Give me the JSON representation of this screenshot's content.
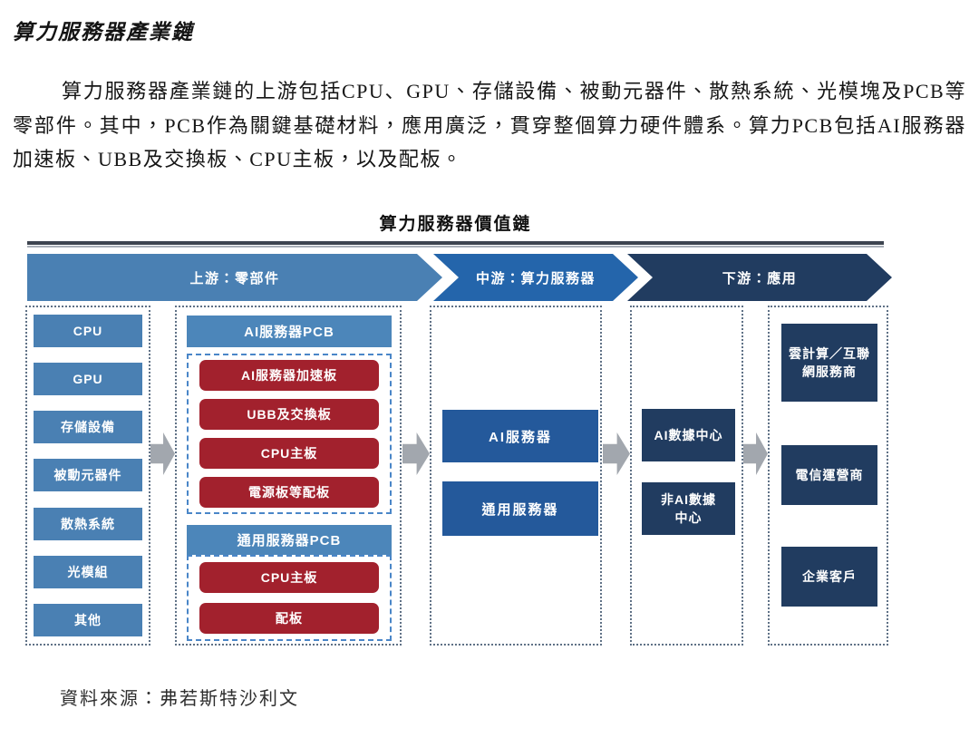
{
  "page": {
    "heading": "算力服務器產業鏈",
    "paragraph": "算力服務器產業鏈的上游包括CPU、GPU、存儲設備、被動元器件、散熱系統、光模塊及PCB等零部件。其中，PCB作為關鍵基礎材料，應用廣泛，貫穿整個算力硬件體系。算力PCB包括AI服務器加速板、UBB及交換板、CPU主板，以及配板。",
    "source": "資料來源：弗若斯特沙利文"
  },
  "diagram": {
    "title": "算力服務器價值鏈",
    "stages": [
      {
        "label": "上游：零部件"
      },
      {
        "label": "中游：算力服務器"
      },
      {
        "label": "下游：應用"
      }
    ],
    "upstream": {
      "components": [
        "CPU",
        "GPU",
        "存儲設備",
        "被動元器件",
        "散熱系統",
        "光模組",
        "其他"
      ],
      "ai_pcb": {
        "header": "AI服務器PCB",
        "items": [
          "AI服務器加速板",
          "UBB及交換板",
          "CPU主板",
          "電源板等配板"
        ]
      },
      "general_pcb": {
        "header": "通用服務器PCB",
        "items": [
          "CPU主板",
          "配板"
        ]
      }
    },
    "midstream": {
      "items": [
        "AI服務器",
        "通用服務器"
      ]
    },
    "downstream": {
      "datacenters": [
        "AI數據中心",
        "非AI數據\n中心"
      ],
      "customers": [
        "雲計算／互聯\n網服務商",
        "電信運營商",
        "企業客戶"
      ]
    }
  },
  "colors": {
    "medium_blue": "#4a80b3",
    "steel_blue": "#4c86ba",
    "bright_blue": "#2465ab",
    "royal_blue": "#24599b",
    "navy": "#213c60",
    "red": "#a2212d",
    "dash_blue": "#4a86c8",
    "gray_arrow": "#a2a7ae",
    "rule_dark": "#3d4450"
  }
}
